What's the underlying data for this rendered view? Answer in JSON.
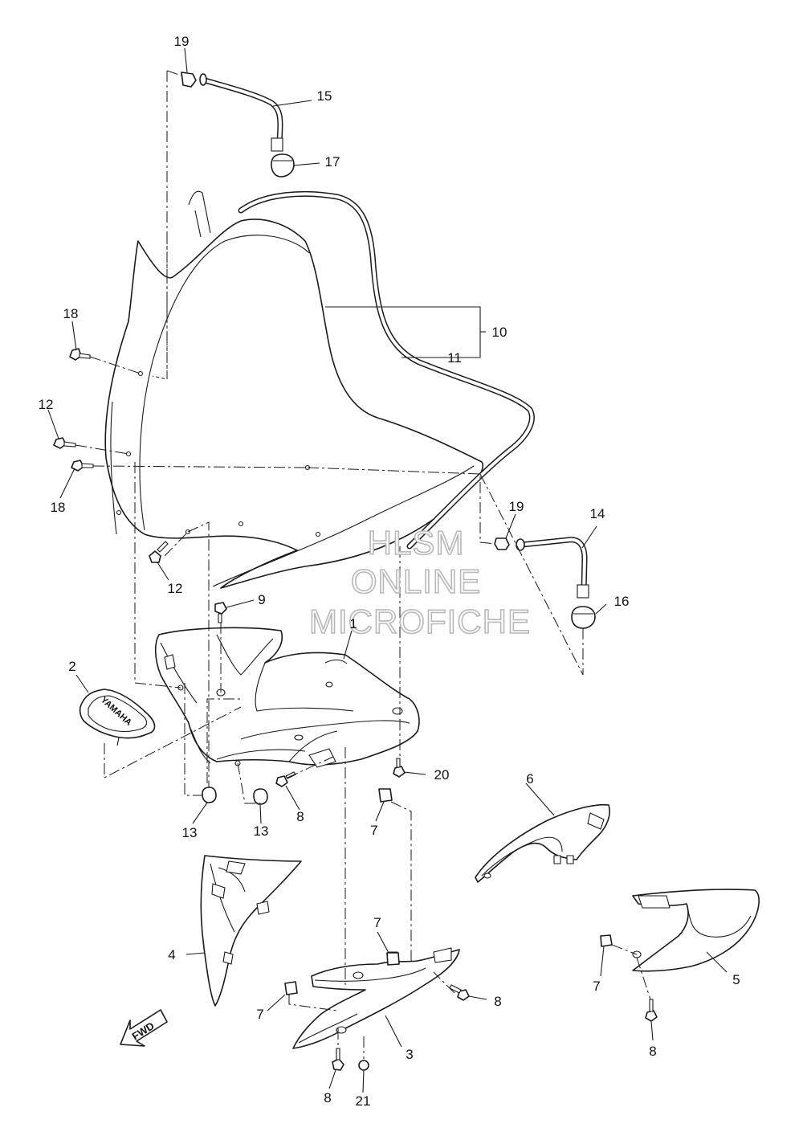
{
  "watermark": {
    "line1": "HLSM",
    "line2": "ONLINE",
    "line3": "MICROFICHE"
  },
  "fwd_label": "FWD",
  "logo_text": "YAMAHA",
  "callouts": {
    "c1": "1",
    "c2": "2",
    "c3": "3",
    "c4": "4",
    "c5": "5",
    "c6": "6",
    "c7a": "7",
    "c7b": "7",
    "c7c": "7",
    "c7d": "7",
    "c8a": "8",
    "c8b": "8",
    "c8c": "8",
    "c8d": "8",
    "c9": "9",
    "c10": "10",
    "c11": "11",
    "c12a": "12",
    "c12b": "12",
    "c13a": "13",
    "c13b": "13",
    "c14": "14",
    "c15": "15",
    "c16": "16",
    "c17": "17",
    "c18a": "18",
    "c18b": "18",
    "c19a": "19",
    "c19b": "19",
    "c20": "20",
    "c21": "21"
  }
}
